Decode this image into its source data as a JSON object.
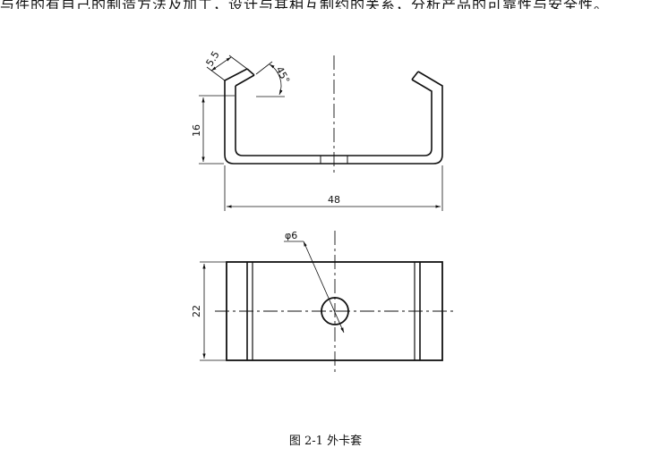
{
  "cut_text": "与件的有自己的制造方法及加工，设计与其相互制约的关系，分析产品的可靠性与安全性。",
  "dimensions": {
    "bend_length": "5.5",
    "angle": "45°",
    "height": "16",
    "width": "48",
    "hole": "φ6",
    "depth": "22"
  },
  "caption": "图 2-1  外卡套",
  "icons": {
    "front_view": "sheet-metal-clip-front-view",
    "top_view": "sheet-metal-clip-top-view"
  }
}
